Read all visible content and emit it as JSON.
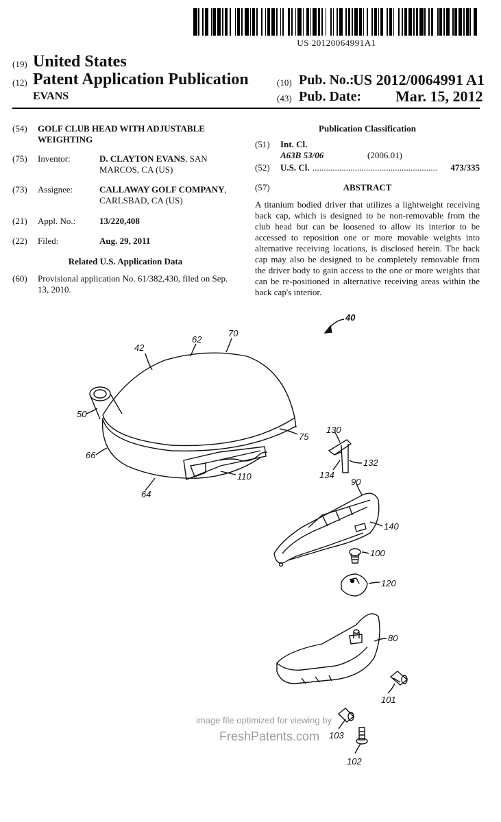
{
  "header": {
    "barcode_text": "US 20120064991A1",
    "tag_19": "(19)",
    "country": "United States",
    "tag_12": "(12)",
    "doc_type": "Patent Application Publication",
    "inventor_surname": "EVANS",
    "tag_10": "(10)",
    "pub_no_label": "Pub. No.:",
    "pub_no": "US 2012/0064991 A1",
    "tag_43": "(43)",
    "pub_date_label": "Pub. Date:",
    "pub_date": "Mar. 15, 2012"
  },
  "left": {
    "title_tag": "(54)",
    "title": "GOLF CLUB HEAD WITH ADJUSTABLE WEIGHTING",
    "inventor_tag": "(75)",
    "inventor_label": "Inventor:",
    "inventor_name": "D. CLAYTON EVANS",
    "inventor_loc": ", SAN MARCOS, CA (US)",
    "assignee_tag": "(73)",
    "assignee_label": "Assignee:",
    "assignee_name": "CALLAWAY GOLF COMPANY",
    "assignee_loc": ", CARLSBAD, CA (US)",
    "appl_tag": "(21)",
    "appl_label": "Appl. No.:",
    "appl_no": "13/220,408",
    "filed_tag": "(22)",
    "filed_label": "Filed:",
    "filed_date": "Aug. 29, 2011",
    "related_heading": "Related U.S. Application Data",
    "prov_tag": "(60)",
    "prov_text": "Provisional application No. 61/382,430, filed on Sep. 13, 2010."
  },
  "right": {
    "pub_class_heading": "Publication Classification",
    "intcl_tag": "(51)",
    "intcl_label": "Int. Cl.",
    "intcl_code": "A63B 53/06",
    "intcl_year": "(2006.01)",
    "uscl_tag": "(52)",
    "uscl_label": "U.S. Cl.",
    "uscl_dots": "........................................................",
    "uscl_value": "473/335",
    "abstract_tag": "(57)",
    "abstract_heading": "ABSTRACT",
    "abstract_text": "A titanium bodied driver that utilizes a lightweight receiving back cap, which is designed to be non-removable from the club head but can be loosened to allow its interior to be accessed to reposition one or more movable weights into alternative receiving locations, is disclosed herein. The back cap may also be designed to be completely removable from the driver body to gain access to the one or more weights that can be re-positioned in alternative receiving areas within the back cap's interior."
  },
  "figure": {
    "labels": {
      "l40": "40",
      "l42": "42",
      "l62": "62",
      "l70": "70",
      "l50": "50",
      "l75": "75",
      "l66": "66",
      "l110": "110",
      "l64": "64",
      "l130": "130",
      "l132": "132",
      "l134": "134",
      "l90": "90",
      "l140": "140",
      "l100": "100",
      "l120": "120",
      "l80": "80",
      "l101": "101",
      "l103": "103",
      "l102": "102"
    }
  },
  "watermark": {
    "line1": "image file optimized for viewing by",
    "line2": "FreshPatents.com"
  }
}
